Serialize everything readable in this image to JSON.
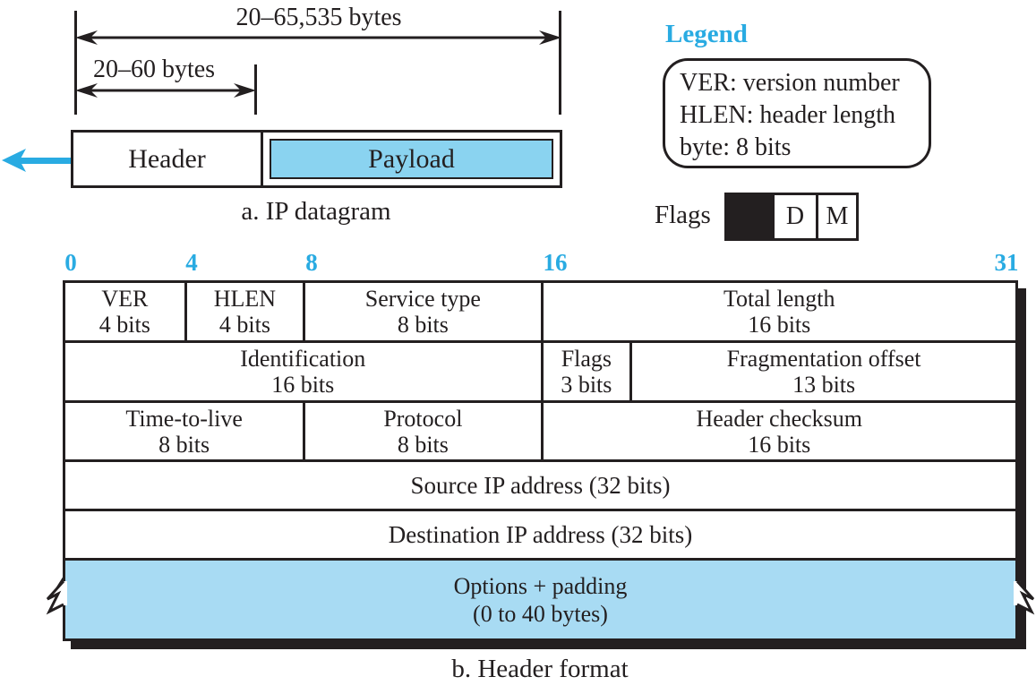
{
  "colors": {
    "accent": "#29abe2",
    "payload_fill": "#8ad3f0",
    "options_fill": "#a8dbf3",
    "ink": "#231f20"
  },
  "part_a": {
    "arrow_total_label": "20–65,535 bytes",
    "arrow_header_label": "20–60 bytes",
    "header_label": "Header",
    "payload_label": "Payload",
    "caption": "a. IP datagram"
  },
  "legend": {
    "title": "Legend",
    "lines": [
      "VER: version number",
      "HLEN: header length",
      "byte: 8 bits"
    ]
  },
  "flags_detail": {
    "label": "Flags",
    "cells": [
      "",
      "D",
      "M"
    ]
  },
  "part_b": {
    "ruler": [
      "0",
      "4",
      "8",
      "16",
      "31"
    ],
    "rows": [
      {
        "cells": [
          {
            "line1": "VER",
            "line2": "4 bits"
          },
          {
            "line1": "HLEN",
            "line2": "4 bits"
          },
          {
            "line1": "Service type",
            "line2": "8 bits"
          },
          {
            "line1": "Total length",
            "line2": "16 bits"
          }
        ]
      },
      {
        "cells": [
          {
            "line1": "Identification",
            "line2": "16 bits"
          },
          {
            "line1": "Flags",
            "line2": "3 bits"
          },
          {
            "line1": "Fragmentation offset",
            "line2": "13 bits"
          }
        ]
      },
      {
        "cells": [
          {
            "line1": "Time-to-live",
            "line2": "8 bits"
          },
          {
            "line1": "Protocol",
            "line2": "8 bits"
          },
          {
            "line1": "Header checksum",
            "line2": "16 bits"
          }
        ]
      },
      {
        "cells": [
          {
            "line1": "Source IP address (32 bits)"
          }
        ]
      },
      {
        "cells": [
          {
            "line1": "Destination IP address (32 bits)"
          }
        ]
      },
      {
        "cells": [
          {
            "line1": "Options + padding",
            "line2": "(0 to 40 bytes)"
          }
        ]
      }
    ],
    "caption": "b. Header format"
  }
}
